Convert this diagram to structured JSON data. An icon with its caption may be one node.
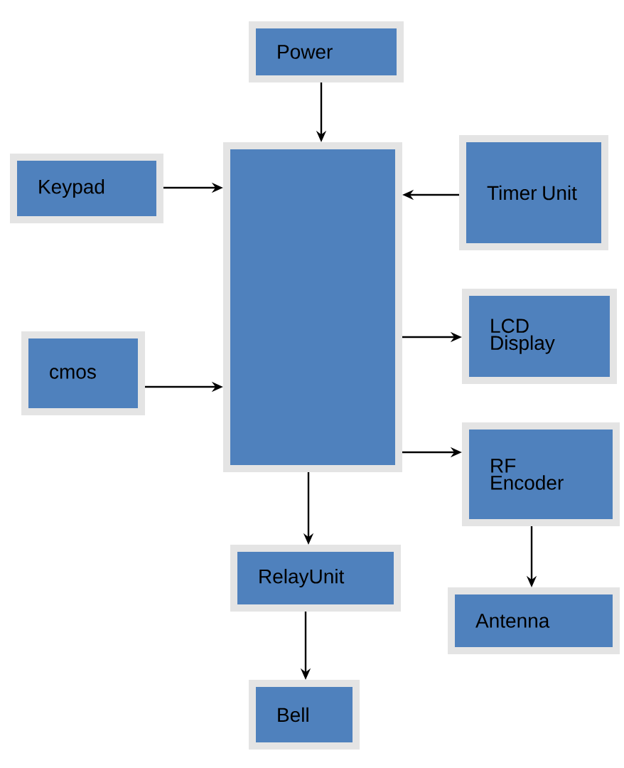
{
  "diagram": {
    "nodes": [
      {
        "text": [
          "Power"
        ]
      },
      {
        "text": [
          "Keypad"
        ]
      },
      {
        "text": [],
        "shape": "box"
      },
      {
        "text": [
          "Timer Unit"
        ]
      },
      {
        "text": [
          "cmos"
        ]
      },
      {
        "text": [
          "LCD Display"
        ]
      },
      {
        "text": [
          "RF Encoder"
        ]
      },
      {
        "text": [
          "RelayUnit"
        ]
      },
      {
        "text": [
          "Antenna"
        ]
      },
      {
        "text": [
          "Bell"
        ]
      }
    ],
    "edges": [
      {
        "from": 0,
        "to": 2,
        "arrow": "to"
      },
      {
        "from": 1,
        "to": 2,
        "arrow": "to"
      },
      {
        "from": 3,
        "to": 2,
        "arrow": "to"
      },
      {
        "from": 4,
        "to": 2,
        "arrow": "to"
      },
      {
        "from": 2,
        "to": 5,
        "arrow": "to"
      },
      {
        "from": 2,
        "to": 6,
        "arrow": "to"
      },
      {
        "from": 2,
        "to": 7,
        "arrow": "to"
      },
      {
        "from": 6,
        "to": 8,
        "arrow": "to"
      },
      {
        "from": 7,
        "to": 9,
        "arrow": "to"
      }
    ]
  }
}
